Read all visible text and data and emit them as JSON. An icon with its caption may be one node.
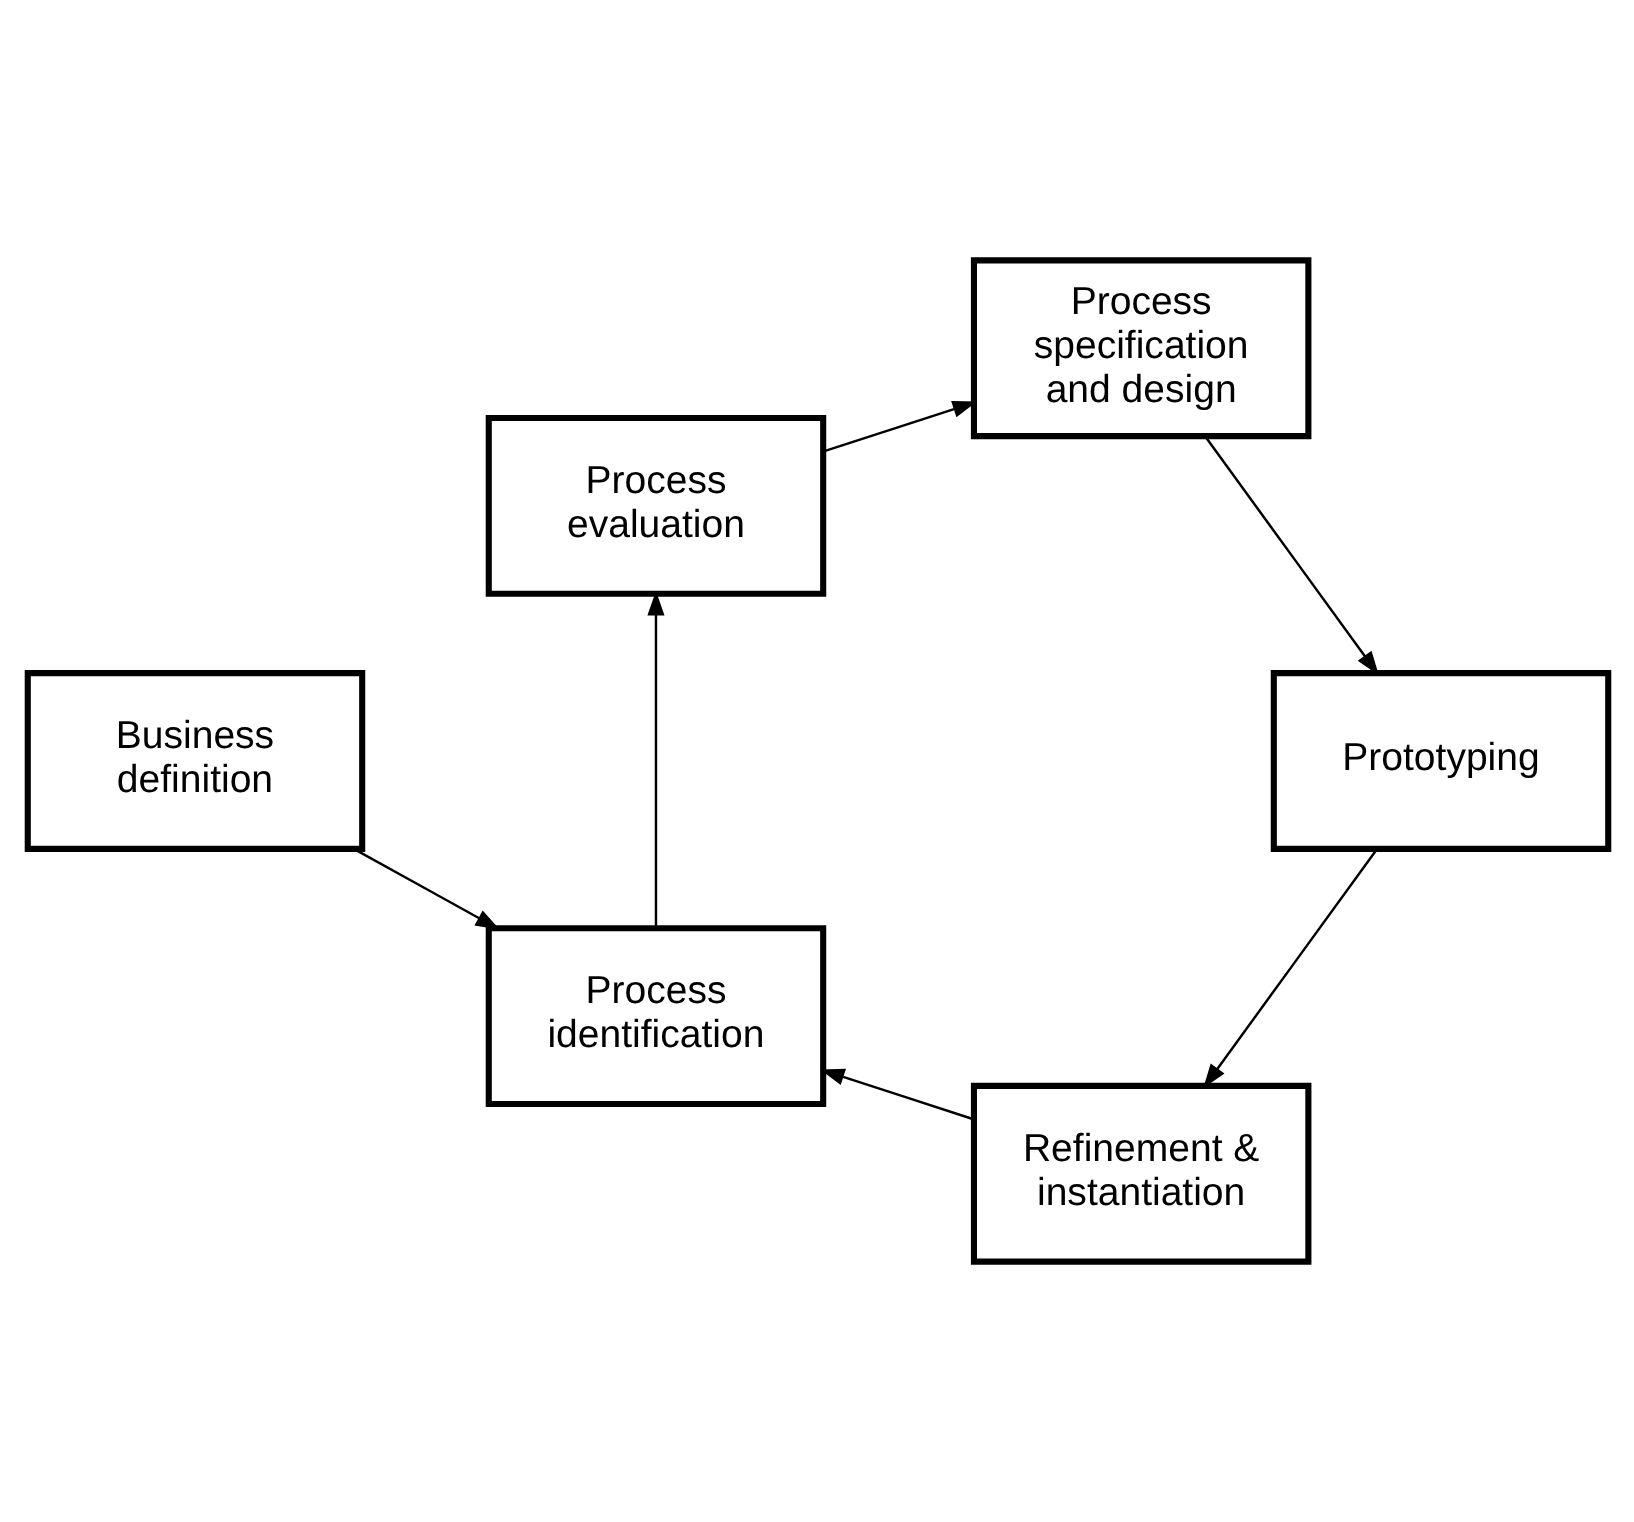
{
  "diagram": {
    "nodes": [
      {
        "text": [
          "Business definition"
        ]
      },
      {
        "text": [
          "Refinement & instantiation"
        ]
      },
      {
        "text": [
          "Prototyping"
        ]
      },
      {
        "text": [
          "Process identification"
        ]
      },
      {
        "text": [
          "Process specification and design"
        ]
      },
      {
        "text": [
          "Process evaluation"
        ]
      }
    ],
    "edges": [
      {
        "from": 0,
        "to": 3,
        "arrow": "to"
      },
      {
        "from": 1,
        "to": 3,
        "arrow": "to"
      },
      {
        "from": 3,
        "to": 5,
        "arrow": "to"
      },
      {
        "from": 5,
        "to": 4,
        "arrow": "to"
      },
      {
        "from": 4,
        "to": 2,
        "arrow": "to"
      },
      {
        "from": 2,
        "to": 1,
        "arrow": "to"
      }
    ]
  }
}
